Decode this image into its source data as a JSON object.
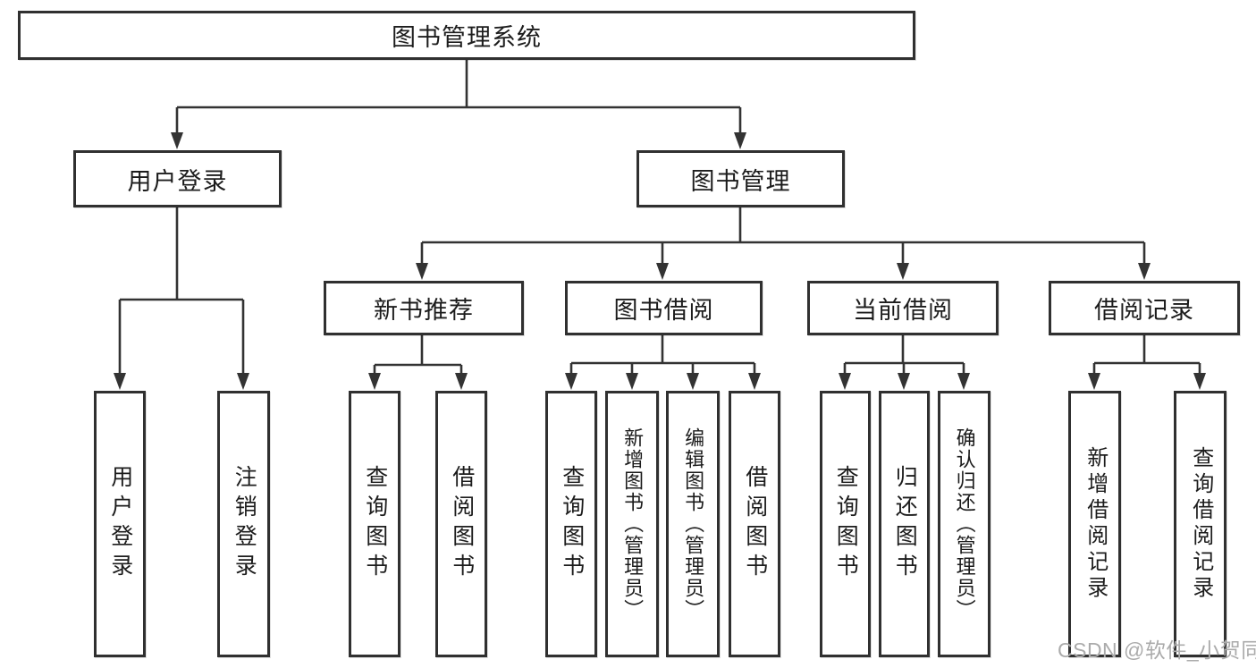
{
  "diagram_title": "图书管理系统",
  "watermark": "CSDN @软件_小贺同学",
  "colors": {
    "line": "#333333",
    "border": "#303030",
    "text": "#1c1c1c",
    "watermark": "#ababab",
    "background": "#ffffff"
  },
  "nodes": {
    "root": "图书管理系统",
    "user_login": "用户登录",
    "book_mgmt": "图书管理",
    "login_user": "用户登录",
    "login_logout": "注销登录",
    "new_books": "新书推荐",
    "book_borrow": "图书借阅",
    "current_borrow": "当前借阅",
    "borrow_records": "借阅记录",
    "nb_query": "查询图书",
    "nb_borrow": "借阅图书",
    "bb_query": "查询图书",
    "bb_add": "新增图书（管理员）",
    "bb_edit": "编辑图书（管理员）",
    "bb_borrow": "借阅图书",
    "cb_query": "查询图书",
    "cb_return": "归还图书",
    "cb_confirm": "确认归还（管理员）",
    "br_add": "新增借阅记录",
    "br_query": "查询借阅记录"
  },
  "structure": {
    "root": "图书管理系统",
    "children": [
      {
        "label": "用户登录",
        "children": [
          "用户登录",
          "注销登录"
        ]
      },
      {
        "label": "图书管理",
        "children": [
          {
            "label": "新书推荐",
            "children": [
              "查询图书",
              "借阅图书"
            ]
          },
          {
            "label": "图书借阅",
            "children": [
              "查询图书",
              "新增图书（管理员）",
              "编辑图书（管理员）",
              "借阅图书"
            ]
          },
          {
            "label": "当前借阅",
            "children": [
              "查询图书",
              "归还图书",
              "确认归还（管理员）"
            ]
          },
          {
            "label": "借阅记录",
            "children": [
              "新增借阅记录",
              "查询借阅记录"
            ]
          }
        ]
      }
    ]
  }
}
